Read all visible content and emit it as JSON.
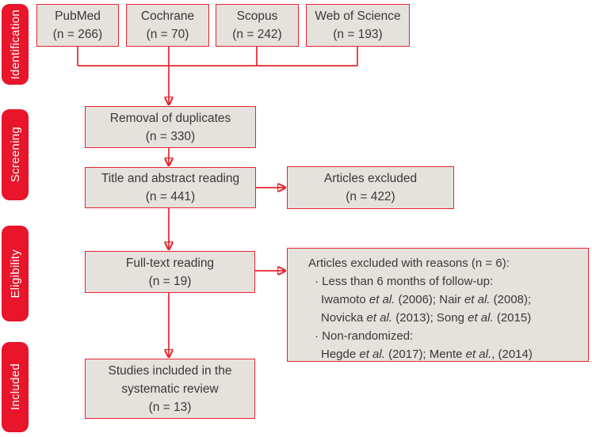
{
  "figure": {
    "kind": "PRISMA systematic review flow diagram"
  },
  "colors": {
    "accent_red": "#e6242e",
    "sidebar_red": "#e8152b",
    "box_fill": "#e5e2dd",
    "box_border": "#e6242e",
    "text_dark": "#3a3836",
    "label_text": "#ffffff",
    "background": "#ffffff"
  },
  "stages": [
    {
      "label": "Identification"
    },
    {
      "label": "Screening"
    },
    {
      "label": "Eligibility"
    },
    {
      "label": "Included"
    }
  ],
  "sources": [
    {
      "name": "PubMed",
      "count": "(n = 266)"
    },
    {
      "name": "Cochrane",
      "count": "(n = 70)"
    },
    {
      "name": "Scopus",
      "count": "(n = 242)"
    },
    {
      "name": "Web of Science",
      "count": "(n = 193)"
    }
  ],
  "flow": {
    "duplicates": {
      "title": "Removal of duplicates",
      "count": "(n = 330)"
    },
    "title_abstract": {
      "title": "Title and abstract reading",
      "count": "(n = 441)"
    },
    "articles_excluded": {
      "title": "Articles excluded",
      "count": "(n = 422)"
    },
    "full_text": {
      "title": "Full-text reading",
      "count": "(n = 19)"
    },
    "included_studies": {
      "line1": "Studies included in the",
      "line2": "systematic review",
      "count": "(n = 13)"
    }
  },
  "exclusion_reasons": {
    "header": "Articles excluded with reasons (n = 6):",
    "lines": [
      {
        "kind": "bullet",
        "segments": [
          {
            "text": "· Less than 6 months of follow-up:"
          }
        ]
      },
      {
        "kind": "cont",
        "segments": [
          {
            "text": "Iwamoto "
          },
          {
            "text": "et al.",
            "italic": true
          },
          {
            "text": " (2006); Nair "
          },
          {
            "text": "et al.",
            "italic": true
          },
          {
            "text": " (2008);"
          }
        ]
      },
      {
        "kind": "cont",
        "segments": [
          {
            "text": "Novicka "
          },
          {
            "text": "et al.",
            "italic": true
          },
          {
            "text": " (2013); Song "
          },
          {
            "text": "et al.",
            "italic": true
          },
          {
            "text": " (2015)"
          }
        ]
      },
      {
        "kind": "bullet",
        "segments": [
          {
            "text": "· Non-randomized:"
          }
        ]
      },
      {
        "kind": "cont",
        "segments": [
          {
            "text": "Hegde "
          },
          {
            "text": "et al.",
            "italic": true
          },
          {
            "text": " (2017); Mente "
          },
          {
            "text": "et al.",
            "italic": true
          },
          {
            "text": ", (2014)"
          }
        ]
      }
    ]
  }
}
